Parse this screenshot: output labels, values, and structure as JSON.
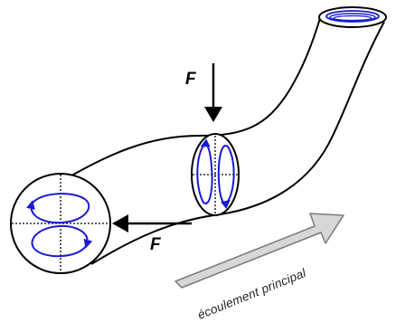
{
  "diagram": {
    "labels": {
      "force_top": "F",
      "force_side": "F",
      "main_flow": "écoulement principal"
    },
    "colors": {
      "tube_outline": "#000000",
      "vortex": "#1a1ad6",
      "arrow_fill": "#d7d7d7",
      "arrow_stroke": "#7a7a7a",
      "background": "#ffffff"
    },
    "elements": {
      "cross_sections": [
        "outlet-top",
        "middle-bend",
        "inlet-left"
      ],
      "secondary_flow": "counter-rotating vortex pairs"
    }
  }
}
